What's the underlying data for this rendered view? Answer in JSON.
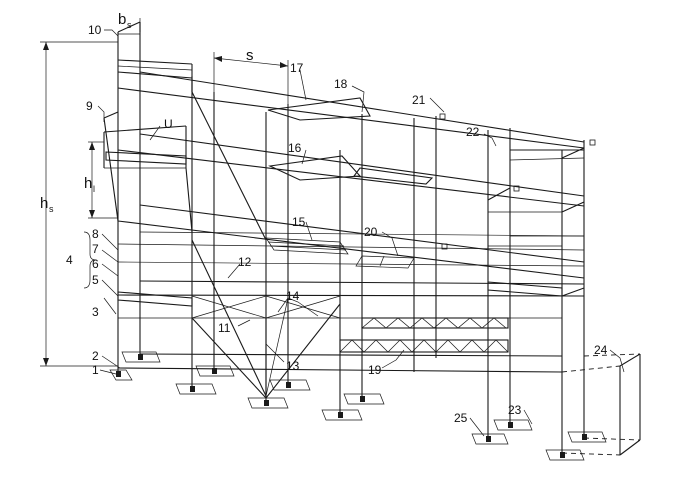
{
  "diagram": {
    "callouts": [
      {
        "id": "1",
        "label": "1"
      },
      {
        "id": "2",
        "label": "2"
      },
      {
        "id": "3",
        "label": "3"
      },
      {
        "id": "4",
        "label": "4"
      },
      {
        "id": "5",
        "label": "5"
      },
      {
        "id": "6",
        "label": "6"
      },
      {
        "id": "7",
        "label": "7"
      },
      {
        "id": "8",
        "label": "8"
      },
      {
        "id": "9",
        "label": "9"
      },
      {
        "id": "10",
        "label": "10"
      },
      {
        "id": "11",
        "label": "11"
      },
      {
        "id": "12",
        "label": "12"
      },
      {
        "id": "13",
        "label": "13"
      },
      {
        "id": "14",
        "label": "14"
      },
      {
        "id": "15",
        "label": "15"
      },
      {
        "id": "16",
        "label": "16"
      },
      {
        "id": "17",
        "label": "17"
      },
      {
        "id": "18",
        "label": "18"
      },
      {
        "id": "19",
        "label": "19"
      },
      {
        "id": "20",
        "label": "20"
      },
      {
        "id": "21",
        "label": "21"
      },
      {
        "id": "22",
        "label": "22"
      },
      {
        "id": "23",
        "label": "23"
      },
      {
        "id": "24",
        "label": "24"
      },
      {
        "id": "25",
        "label": "25"
      },
      {
        "id": "U",
        "label": "U"
      }
    ],
    "dimensions": {
      "b_main": "b",
      "b_sub": "s",
      "s": "s",
      "hl_main": "h",
      "hl_sub": "l",
      "hs_main": "h",
      "hs_sub": "s"
    }
  }
}
